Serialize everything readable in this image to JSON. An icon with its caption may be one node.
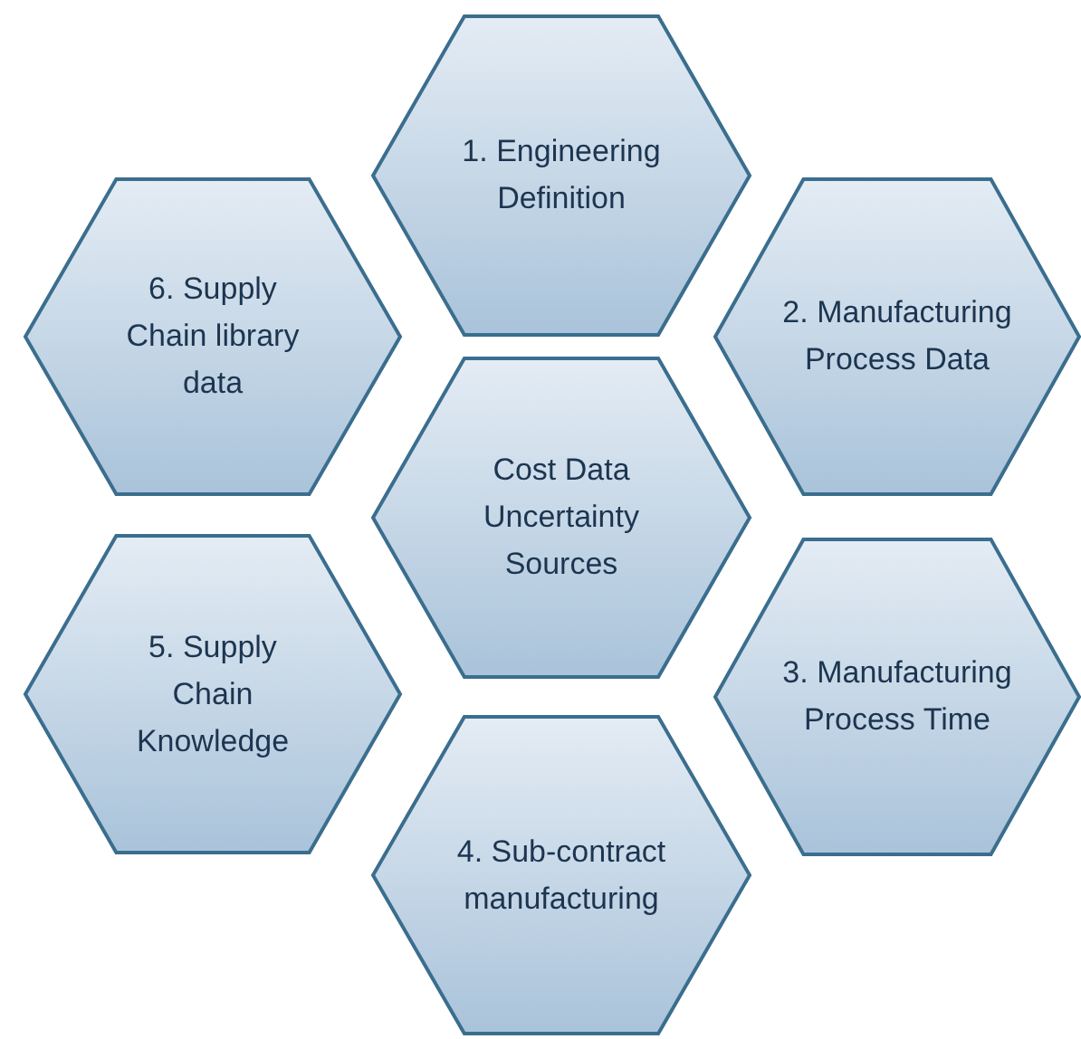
{
  "diagram": {
    "nodes": [
      {
        "text": [
          "1. Engineering Definition"
        ]
      },
      {
        "text": [
          "6. Supply Chain library data"
        ]
      },
      {
        "text": [
          "2. Manufacturing Process Data"
        ]
      },
      {
        "text": [
          "Cost Data Uncertainty Sources"
        ]
      },
      {
        "text": [
          "5. Supply Chain Knowledge"
        ]
      },
      {
        "text": [
          "3. Manufacturing Process Time"
        ]
      },
      {
        "text": [
          "4. Sub-contract manufacturing"
        ]
      }
    ]
  }
}
